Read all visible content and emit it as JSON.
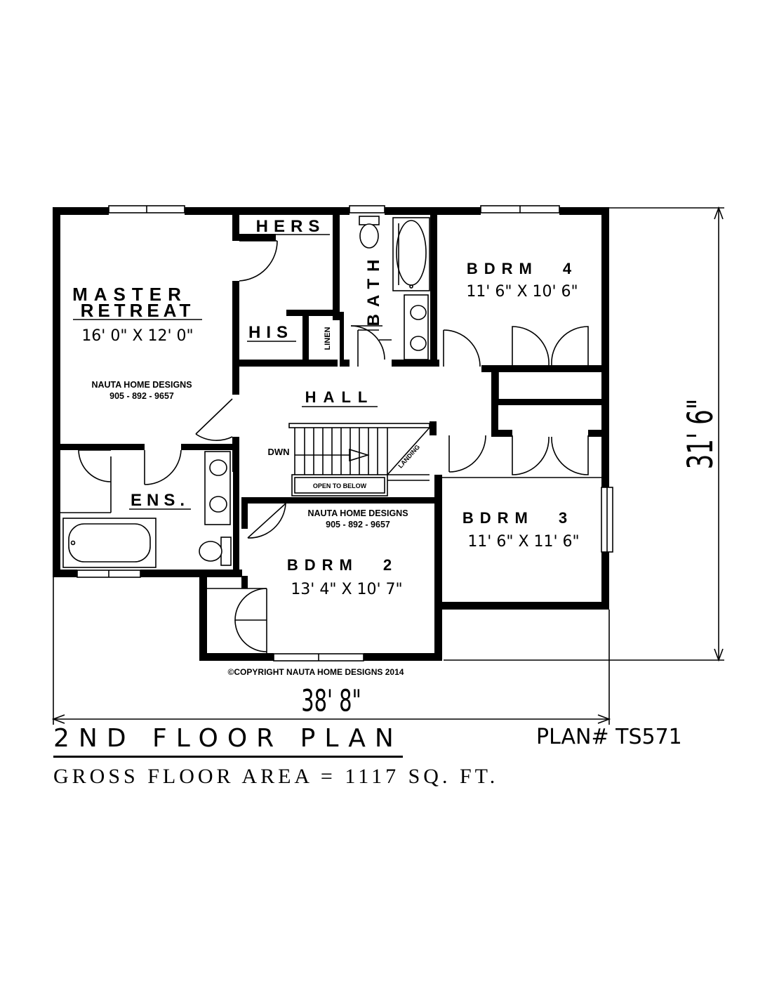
{
  "rooms": {
    "master_line1": "MASTER",
    "master_line2": "RETREAT",
    "master_size": "16' 0\" X 12' 0\"",
    "hers": "HERS",
    "his": "HIS",
    "bath": "BATH",
    "linen": "LINEN",
    "bdrm4": "BDRM 4",
    "bdrm4_size": "11' 6\" X 10' 6\"",
    "hall": "HALL",
    "dwn": "DWN",
    "landing": "LANDING",
    "open_to_below": "OPEN TO BELOW",
    "ens": "ENS.",
    "bdrm3": "BDRM 3",
    "bdrm3_size": "11' 6\" X 11' 6\"",
    "bdrm2": "BDRM 2",
    "bdrm2_size": "13' 4\" X 10' 7\""
  },
  "watermark": {
    "company": "NAUTA HOME DESIGNS",
    "phone": "905 - 892 - 9657"
  },
  "copyright": "©COPYRIGHT NAUTA HOME DESIGNS 2014",
  "dimensions": {
    "width": "38' 8\"",
    "depth": "31' 6\""
  },
  "titles": {
    "floor_plan": "2ND FLOOR PLAN",
    "plan_number": "PLAN# TS571",
    "gross_area": "GROSS FLOOR AREA = 1117 SQ. FT."
  }
}
